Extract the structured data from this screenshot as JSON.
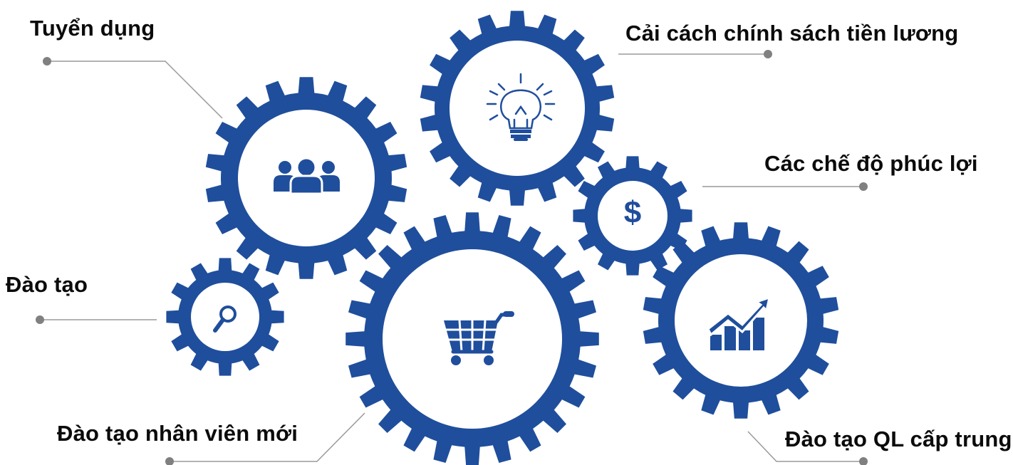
{
  "colors": {
    "gear": "#1f4e9c",
    "connector": "#9a9a9a",
    "dot": "#808080",
    "text": "#0b0b0b",
    "background": "#ffffff"
  },
  "labels": {
    "tuyen_dung": "Tuyển dụng",
    "cai_cach": "Cải cách chính sách tiền lương",
    "phuc_loi": "Các chế độ phúc lợi",
    "dao_tao": "Đào tạo",
    "nhan_vien_moi": "Đào tạo nhân viên mới",
    "ql_cap_trung": "Đào tạo QL cấp trung"
  },
  "gears": [
    {
      "id": "tuyen-dung",
      "icon": "people-icon"
    },
    {
      "id": "tien-luong",
      "icon": "lightbulb-icon"
    },
    {
      "id": "phuc-loi",
      "icon": "dollar-icon"
    },
    {
      "id": "dao-tao",
      "icon": "magnifier-icon"
    },
    {
      "id": "nhan-vien-moi",
      "icon": "shopping-cart-icon"
    },
    {
      "id": "ql-cap-trung",
      "icon": "growth-chart-icon"
    }
  ]
}
